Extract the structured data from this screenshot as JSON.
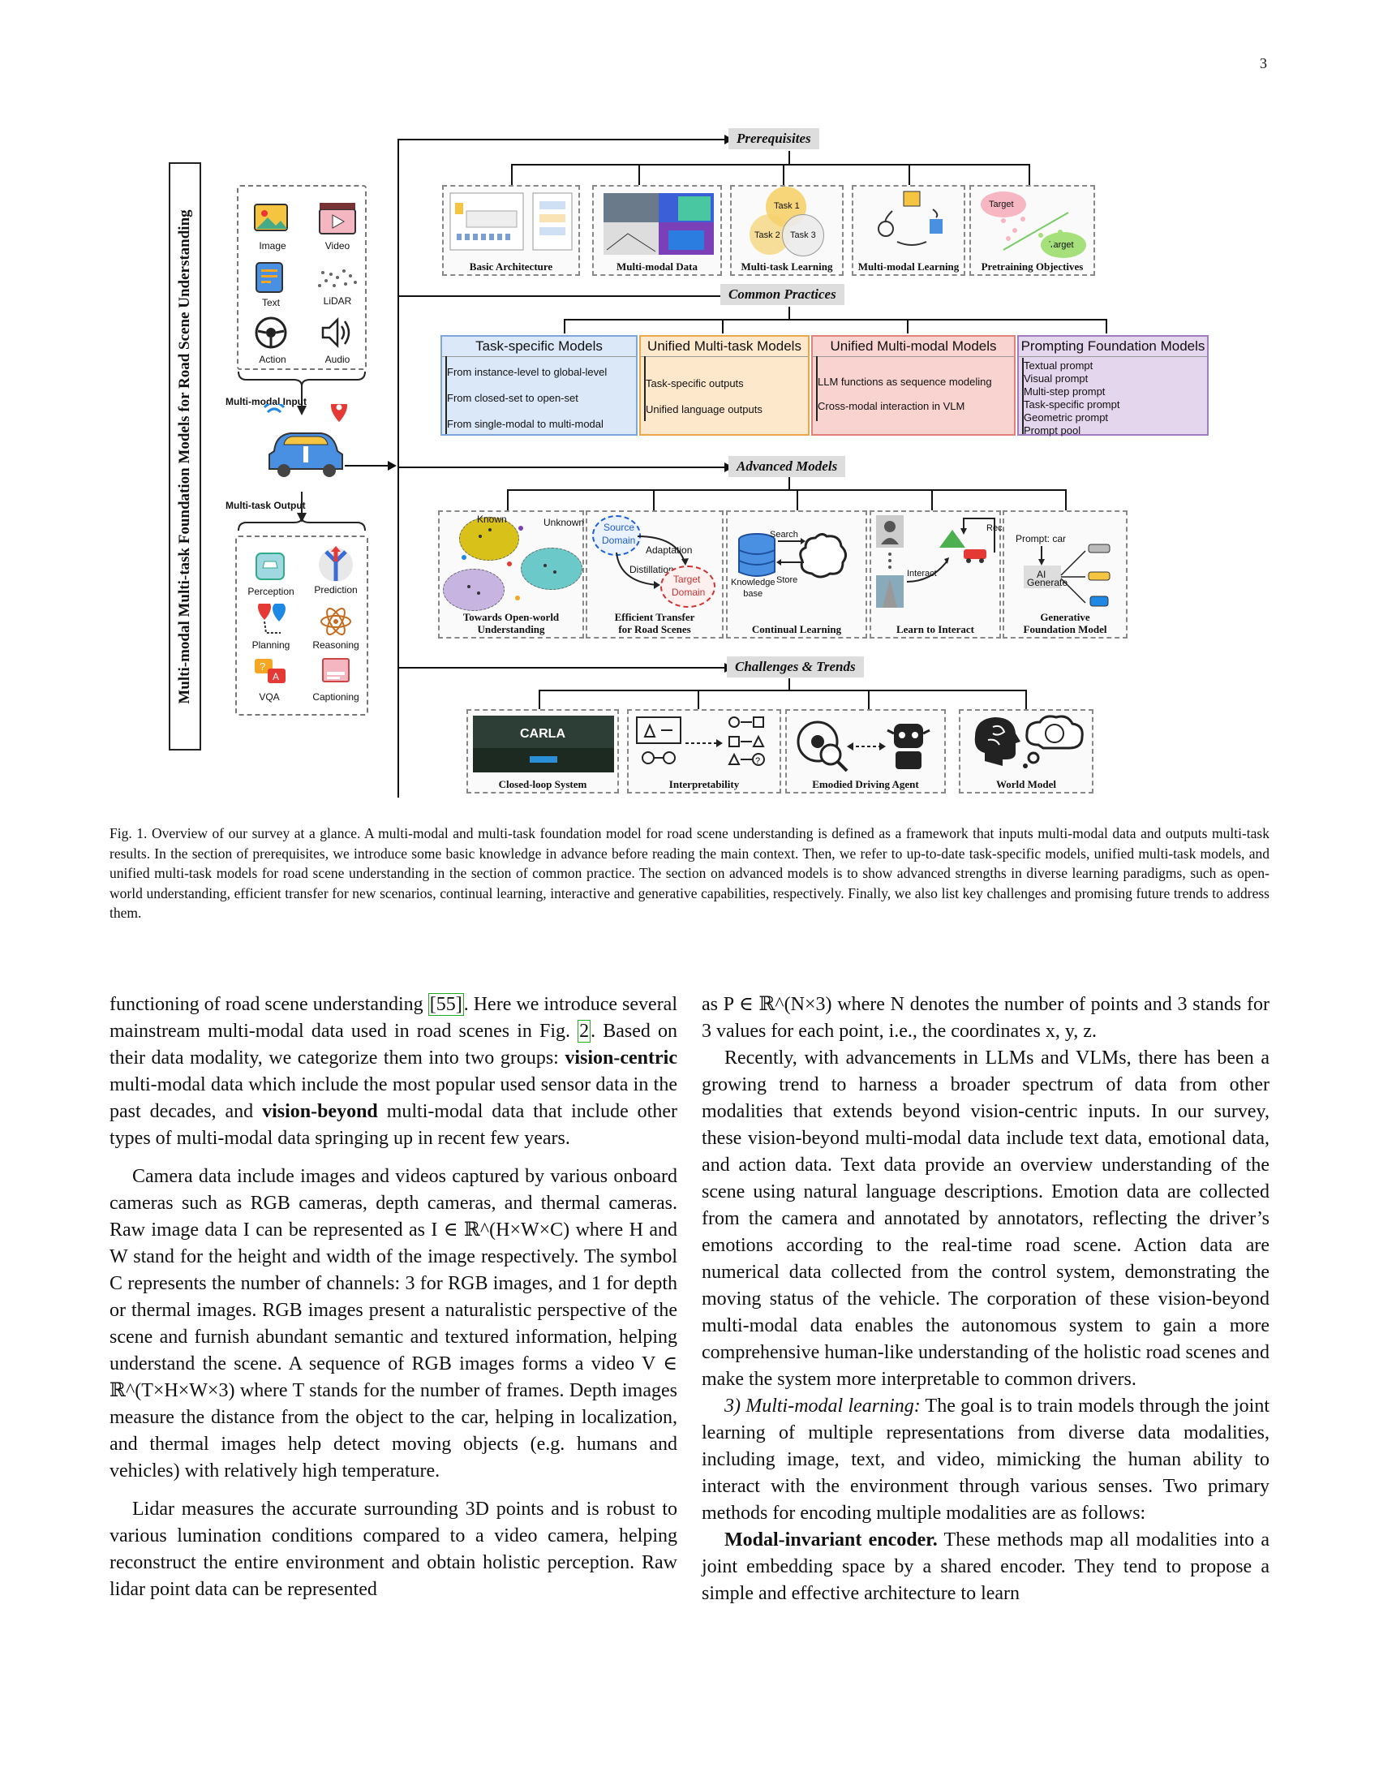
{
  "page_number": "3",
  "figure": {
    "vertical_title": "Multi-modal Multi-task Foundation Models for Road Scene Understanding",
    "inputs": [
      "Image",
      "Video",
      "Text",
      "LiDAR",
      "Action",
      "Audio"
    ],
    "input_label": "Multi-modal Input",
    "output_label": "Multi-task Output",
    "outputs": [
      "Perception",
      "Prediction",
      "Planning",
      "Reasoning",
      "VQA",
      "Captioning"
    ],
    "sections": {
      "prerequisites": "Prerequisites",
      "common_practices": "Common Practices",
      "advanced_models": "Advanced  Models",
      "challenges": "Challenges & Trends"
    },
    "prereq_panels": [
      "Basic Architecture",
      "Multi-modal Data",
      "Multi-task Learning",
      "Multi-modal Learning",
      "Pretraining Objectives"
    ],
    "prereq_text": {
      "task1": "Task 1",
      "task2": "Task 2",
      "task3": "Task 3",
      "target": "Target"
    },
    "practices": [
      {
        "title": "Task-specific Models",
        "color": "#dbe8f7",
        "items": [
          "From instance-level to global-level",
          "From closed-set to open-set",
          "From single-modal to multi-modal"
        ]
      },
      {
        "title": "Unified Multi-task Models",
        "color": "#fde8cc",
        "items": [
          "Task-specific outputs",
          "Unified language outputs"
        ]
      },
      {
        "title": "Unified Multi-modal Models",
        "color": "#f8d3d0",
        "items": [
          "LLM functions as sequence modeling",
          "Cross-modal interaction in VLM"
        ]
      },
      {
        "title": "Prompting Foundation Models",
        "color": "#e4d6ec",
        "items": [
          "Textual prompt",
          "Visual prompt",
          "Multi-step prompt",
          "Task-specific prompt",
          "Geometric prompt",
          "Prompt pool"
        ]
      }
    ],
    "advanced_panels": [
      "Towards Open-world\nUnderstanding",
      "Efficient Transfer\nfor Road Scenes",
      "Continual Learning",
      "Learn to Interact",
      "Generative\nFoundation Model"
    ],
    "advanced_text": {
      "known": "Known",
      "unknown": "Unknown",
      "source": "Source",
      "domain": "Domain",
      "adaptation": "Adaptation",
      "distillation": "Distillation",
      "target": "Target",
      "target_domain": "Domain",
      "search": "Search",
      "store": "Store",
      "knowledge_base": "Knowledge\nbase",
      "recovery": "Recovery",
      "interact": "Interact",
      "prompt_car": "Prompt: car",
      "ai": "AI",
      "generate": "Generate"
    },
    "challenge_panels": [
      "Closed-loop System",
      "Interpretability",
      "Emodied Driving Agent",
      "World Model"
    ],
    "carla": "CARLA"
  },
  "caption": "Fig. 1.   Overview of our survey at a glance. A multi-modal and multi-task foundation model for road scene understanding is defined as a framework that inputs multi-modal data and outputs multi-task results. In the section of prerequisites, we introduce some basic knowledge in advance before reading the main context. Then, we refer to up-to-date task-specific models, unified multi-task models, and unified multi-task models for road scene understanding in the section of common practice. The section on advanced models is to show advanced strengths in diverse learning paradigms, such as open-world understanding, efficient transfer for new scenarios, continual learning, interactive and generative capabilities, respectively. Finally, we also list key challenges and promising future trends to address them.",
  "left_col": {
    "p1a": "functioning of road scene understanding ",
    "cite55": "[55]",
    "p1b": ". Here we introduce several mainstream multi-modal data used in road scenes in Fig. ",
    "fig2": "2",
    "p1c": ". Based on their data modality, we categorize them into two groups: ",
    "bold1": "vision-centric",
    "p1d": " multi-modal data which include the most popular used sensor data in the past decades, and ",
    "bold2": "vision-beyond",
    "p1e": " multi-modal data that include other types of multi-modal data springing up in recent few years.",
    "p2": "Camera data include images and videos captured by various onboard cameras such as RGB cameras, depth cameras, and thermal cameras. Raw image data I can be represented as I ∈ ℝ^(H×W×C) where H and W stand for the height and width of the image respectively. The symbol C represents the number of channels: 3 for RGB images, and 1 for depth or thermal images. RGB images present a naturalistic perspective of the scene and furnish abundant semantic and textured information, helping understand the scene. A sequence of RGB images forms a video V ∈ ℝ^(T×H×W×3) where T stands for the number of frames. Depth images measure the distance from the object to the car, helping in localization, and thermal images help detect moving objects (e.g. humans and vehicles) with relatively high temperature.",
    "p3": "Lidar measures the accurate surrounding 3D points and is robust to various lumination conditions compared to a video camera, helping reconstruct the entire environment and obtain holistic perception. Raw lidar point data can be represented"
  },
  "right_col": {
    "p1": "as P ∈ ℝ^(N×3) where N denotes the number of points and 3 stands for 3 values for each point, i.e., the coordinates x, y, z.",
    "p2": "Recently, with advancements in LLMs and VLMs, there has been a growing trend to harness a broader spectrum of data from other modalities that extends beyond vision-centric inputs. In our survey, these vision-beyond multi-modal data include text data, emotional data, and action data. Text data provide an overview understanding of the scene using natural language descriptions. Emotion data are collected from the camera and annotated by annotators, reflecting the driver’s emotions according to the real-time road scene. Action data are numerical data collected from the control system, demonstrating the moving status of the vehicle. The corporation of these vision-beyond multi-modal data enables the autonomous system to gain a more comprehensive human-like understanding of the holistic road scenes and make the system more interpretable to common drivers.",
    "h3": "3) Multi-modal learning:",
    "p3": " The goal is to train models through the joint learning of multiple representations from diverse data modalities, including image, text, and video, mimicking the human ability to interact with the environment through various senses. Two primary methods for encoding multiple modalities are as follows:",
    "bold": "Modal-invariant encoder.",
    "p4": " These methods map all modalities into a joint embedding space by a shared encoder. They tend to propose a simple and effective architecture to learn"
  }
}
